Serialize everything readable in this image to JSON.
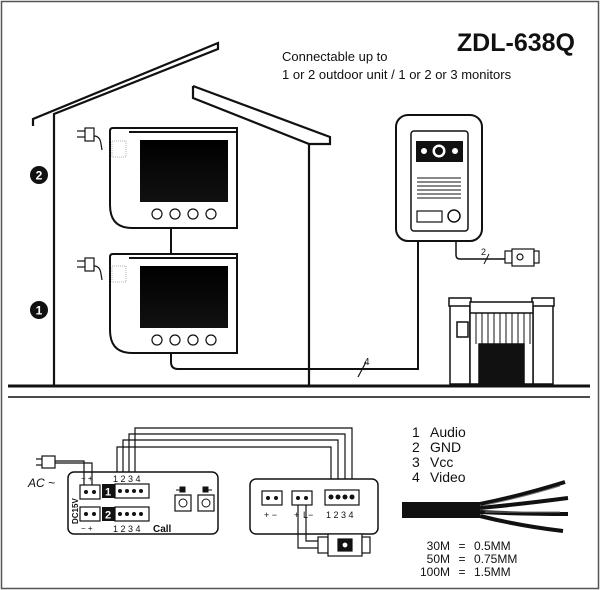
{
  "header": {
    "model": "ZDL-638Q",
    "line1": "Connectable up to",
    "line2": "1 or 2 outdoor unit / 1 or 2 or 3 monitors"
  },
  "floors": {
    "upper": "2",
    "lower": "1"
  },
  "cable_labels": {
    "main": "4",
    "lock": "2"
  },
  "wiring": {
    "legend": [
      {
        "num": "1",
        "label": "Audio"
      },
      {
        "num": "2",
        "label": "GND"
      },
      {
        "num": "3",
        "label": "Vcc"
      },
      {
        "num": "4",
        "label": "Video"
      }
    ],
    "cable_specs": [
      {
        "length": "30M",
        "eq": "=",
        "gauge": "0.5MM"
      },
      {
        "length": "50M",
        "eq": "=",
        "gauge": "0.75MM"
      },
      {
        "length": "100M",
        "eq": "=",
        "gauge": "1.5MM"
      }
    ],
    "monitor_board": {
      "ac_label": "AC ~",
      "power_pol_top": "− +",
      "power_pol_bottom": "− +",
      "dc_label": "DC15V",
      "port1": "1",
      "port2": "2",
      "pins_top": "1 2 3 4",
      "pins_bottom": "1 2 3 4",
      "call_label": "Call"
    },
    "outdoor_board": {
      "pol_left": "+ −",
      "pol_mid_plus": "+",
      "pol_mid_minus": "L−",
      "pins": "1 2 3 4"
    }
  }
}
